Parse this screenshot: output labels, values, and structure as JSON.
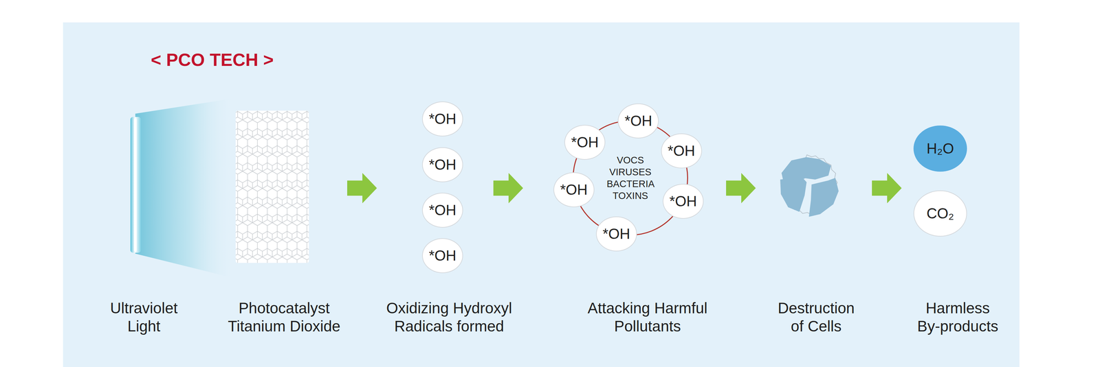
{
  "diagram": {
    "title": "< PCO TECH >",
    "nodes": [
      {
        "text": [
          "*OH"
        ]
      },
      {
        "text": [
          "*OH"
        ]
      },
      {
        "text": [
          "*OH"
        ]
      },
      {
        "text": [
          "*OH"
        ]
      },
      {
        "text": [
          "VOCS VIRUSES BACTERIA TOXINS"
        ]
      },
      {
        "text": [
          "*OH"
        ]
      },
      {
        "text": [
          "*OH"
        ]
      },
      {
        "text": [
          "*OH"
        ]
      },
      {
        "text": [
          "*OH"
        ]
      },
      {
        "text": [
          "*OH"
        ]
      },
      {
        "text": [
          "*OH"
        ]
      },
      {
        "text": [
          "H₂O"
        ]
      },
      {
        "text": [
          "CO₂"
        ]
      }
    ],
    "labels": [
      "Ultraviolet Light",
      "Photocatalyst Titanium Dioxide",
      "Oxidizing Hydroxyl Radicals formed",
      "Attacking Harmful Pollutants",
      "Destruction of Cells",
      "Harmless By-products"
    ]
  }
}
